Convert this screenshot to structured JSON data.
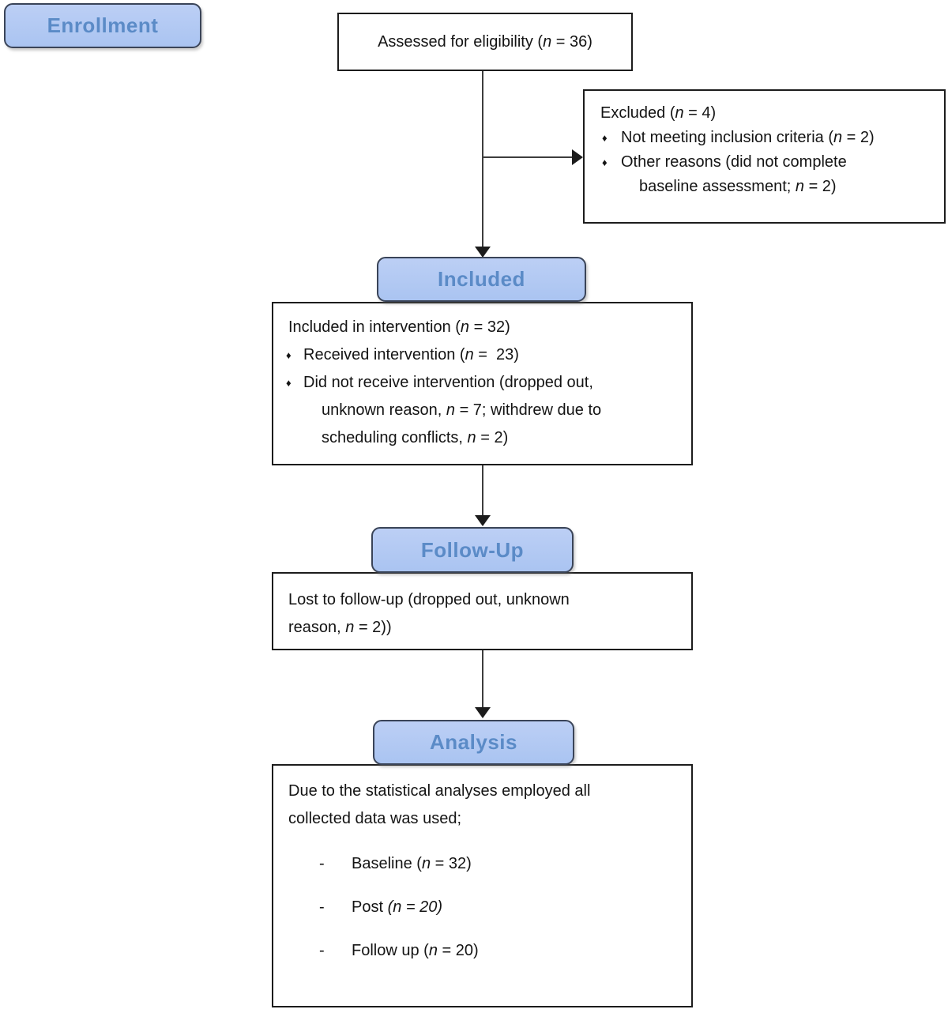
{
  "colors": {
    "background": "#ffffff",
    "badge_fill": "#aec6f2",
    "badge_border": "#3a4458",
    "badge_text": "#5b8bc7",
    "box_border": "#1c1c1c",
    "body_text": "#141414",
    "arrow": "#3d3d3d"
  },
  "markers": {
    "bullet": "♦",
    "dash": "-"
  },
  "badges": {
    "enrollment": {
      "label": "Enrollment"
    },
    "included": {
      "label": "Included"
    },
    "followup": {
      "label": "Follow-Up"
    },
    "analysis": {
      "label": "Analysis"
    }
  },
  "boxes": {
    "assessed": {
      "lines": [
        {
          "pre": "Assessed for eligibility (",
          "it": "n",
          "post": " = 36)"
        }
      ]
    },
    "excluded": {
      "lines": [
        {
          "pre": "Excluded (",
          "it": "n",
          "post": " = 4)"
        },
        {
          "pre": "Not meeting inclusion criteria (",
          "it": "n",
          "post": " = 2)"
        },
        {
          "pre": "Other reasons (did not complete",
          "it": "",
          "post": ""
        },
        {
          "pre": "baseline assessment; ",
          "it": "n",
          "post": " = 2)"
        }
      ]
    },
    "included": {
      "lines": [
        {
          "pre": "Included in intervention (",
          "it": "n",
          "post": " = 32)"
        },
        {
          "pre": "Received intervention (",
          "it": "n",
          "post": " =  23)"
        },
        {
          "pre": "Did not receive intervention (dropped out,",
          "it": "",
          "post": ""
        },
        {
          "pre": "unknown reason, ",
          "it": "n",
          "post": " = 7; withdrew due to"
        },
        {
          "pre": "scheduling conflicts, ",
          "it": "n",
          "post": " = 2)"
        }
      ]
    },
    "followup": {
      "lines": [
        {
          "pre": "Lost to follow-up (dropped out, unknown",
          "it": "",
          "post": ""
        },
        {
          "pre": "reason, ",
          "it": "n",
          "post": " = 2))"
        }
      ]
    },
    "analysis": {
      "lines": [
        {
          "pre": "Due to the statistical analyses employed all",
          "it": "",
          "post": ""
        },
        {
          "pre": "collected data was used;",
          "it": "",
          "post": ""
        },
        {
          "pre": "Baseline (",
          "it": "n",
          "post": " = 32)"
        },
        {
          "pre": "Post ",
          "it": "(n = 20)",
          "post": ""
        },
        {
          "pre": "Follow up (",
          "it": "n",
          "post": " = 20)"
        }
      ]
    }
  }
}
